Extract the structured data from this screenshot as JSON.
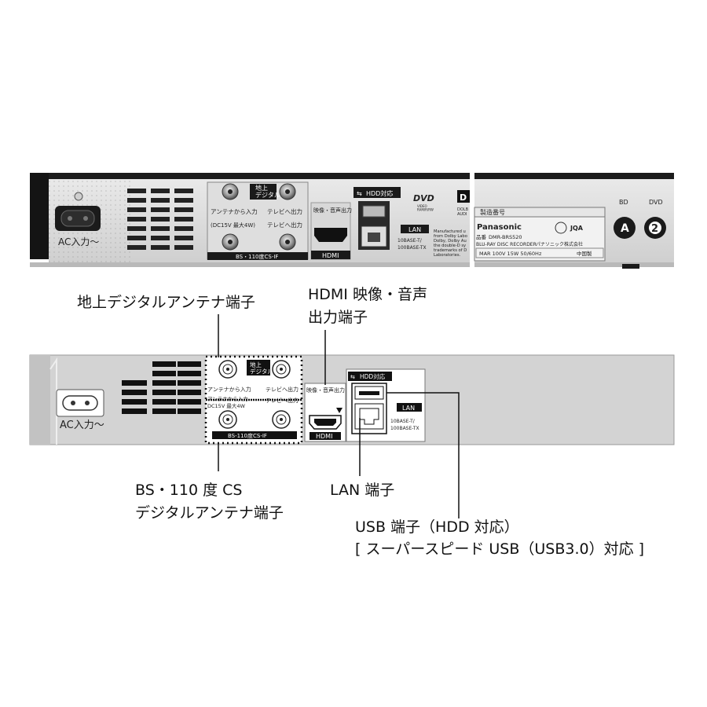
{
  "photo": {
    "ac_inlet": "AC入力〜",
    "terrestrial": "地上\nデジタル",
    "antenna_in": "アンテナから入力",
    "antenna_in_power": "(DC15V 最大4W)",
    "to_tv": "テレビへ出力",
    "to_tv_2": "テレビへ出力",
    "bs_cs_band": "BS・110度CS-IF",
    "av_out": "映像・音声出力",
    "hdmi": "HDMI",
    "usb_hdd": "HDD対応",
    "lan": "LAN",
    "lan_spec_1": "10BASE-T/",
    "lan_spec_2": "100BASE-TX",
    "dvd_logo": "DVD",
    "dvd_logo_sub": "VIDEO\nRAM/R/RW",
    "dolby_letter": "D",
    "dolby_sub": "DOLB\nAUDI",
    "dolby_notice": "Manufactured u\nfrom Dolby Labo\nDolby, Dolby Au\nthe double-D sy\ntrademarks of D\nLaboratories.",
    "serial_label": "製造番号",
    "brand": "Panasonic",
    "jqa": "JQA",
    "model_label": "品番",
    "model": "DMR-BRS520",
    "maker": "パナソニック株式会社",
    "product_type": "BLU-RAY DISC RECORDER",
    "rating": "MAR   100V   15W   50/60Hz",
    "made_in": "中国製",
    "region_bd": "BD",
    "region_bd_mark": "A",
    "region_dvd": "DVD",
    "region_dvd_mark": "2"
  },
  "diagram": {
    "ac_inlet": "AC入力〜",
    "terrestrial": "地上\nデジタル",
    "antenna_in": "アンテナから入力",
    "antenna_in_2": "アンテナから入力",
    "antenna_in_power": "DC15V 最大4W",
    "to_tv": "テレビへ出力",
    "to_tv_2": "テレビへ出力",
    "bs_cs_band": "BS-110度CS-IF",
    "av_out": "映像・音声出力",
    "hdmi": "HDMI",
    "usb_hdd": "HDD対応",
    "lan": "LAN",
    "lan_spec_1": "10BASE-T/",
    "lan_spec_2": "100BASE-TX"
  },
  "callouts": {
    "terrestrial_antenna": "地上デジタルアンテナ端子",
    "hdmi_line1": "HDMI 映像・音声",
    "hdmi_line2": "出力端子",
    "bs_cs_line1": "BS・110 度 CS",
    "bs_cs_line2": "デジタルアンテナ端子",
    "lan": "LAN 端子",
    "usb_line1": "USB 端子（HDD 対応）",
    "usb_line2": "[ スーパースピード USB（USB3.0）対応 ]"
  }
}
